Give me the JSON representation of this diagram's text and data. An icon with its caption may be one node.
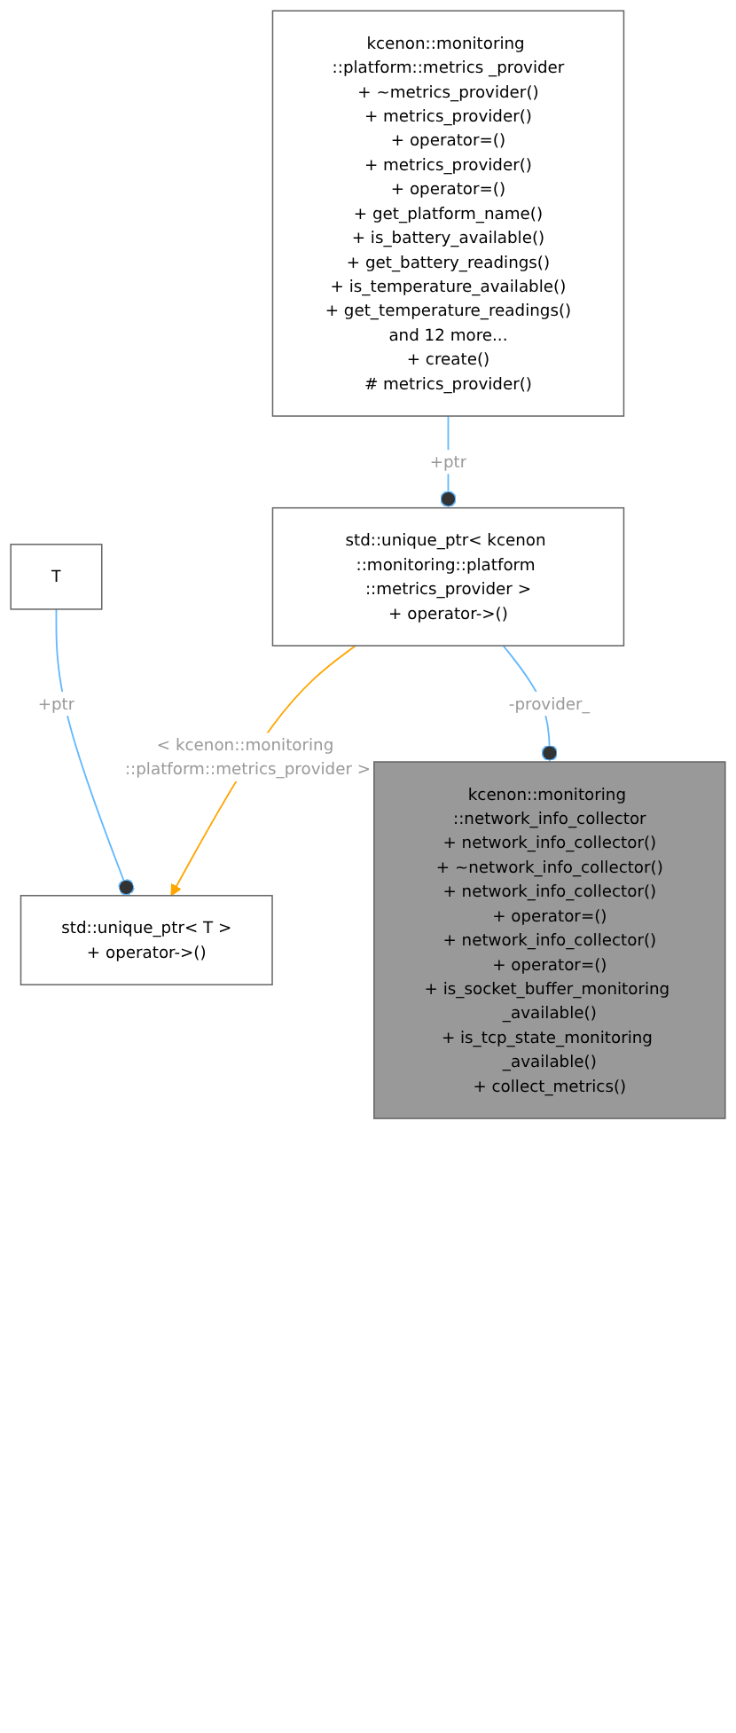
{
  "diagram": {
    "nodes": [
      {
        "text": [
          "T"
        ]
      },
      {
        "text": [
          "kcenon::monitoring ::platform::metrics _provider",
          "+ ~metrics_provider()",
          "+ metrics_provider()",
          "+ operator=()",
          "+ metrics_provider()",
          "+ operator=()",
          "+ get_platform_name()",
          "+ is_battery_available()",
          "+ get_battery_readings()",
          "+ is_temperature_available()",
          "+ get_temperature_readings()",
          "and 12 more...",
          "+ create()",
          "# metrics_provider()"
        ]
      },
      {
        "text": [
          "std::unique_ptr< T >",
          "+ operator->()"
        ]
      },
      {
        "text": [
          "std::unique_ptr< kcenon ::monitoring::platform ::metrics_provider >",
          "+ operator->()"
        ]
      },
      {
        "text": [
          "kcenon::monitoring ::network_info_collector",
          "+ network_info_collector()",
          "+ ~network_info_collector()",
          "+ network_info_collector()",
          "+ operator=()",
          "+ network_info_collector()",
          "+ operator=()",
          "+ is_socket_buffer_monitoring _available()",
          "+ is_tcp_state_monitoring _available()",
          "+ collect_metrics()"
        ]
      }
    ],
    "edges": [
      {
        "from": 0,
        "to": 2,
        "arrow": "other",
        "label": "+ptr"
      },
      {
        "from": 1,
        "to": 3,
        "arrow": "other",
        "label": "+ptr"
      },
      {
        "from": 3,
        "to": 2,
        "arrow": "to",
        "label": "< kcenon::monitoring ::platform::metrics_provider >",
        "color": "#ffa500"
      },
      {
        "from": 3,
        "to": 4,
        "arrow": "other",
        "label": "-provider_"
      }
    ]
  }
}
